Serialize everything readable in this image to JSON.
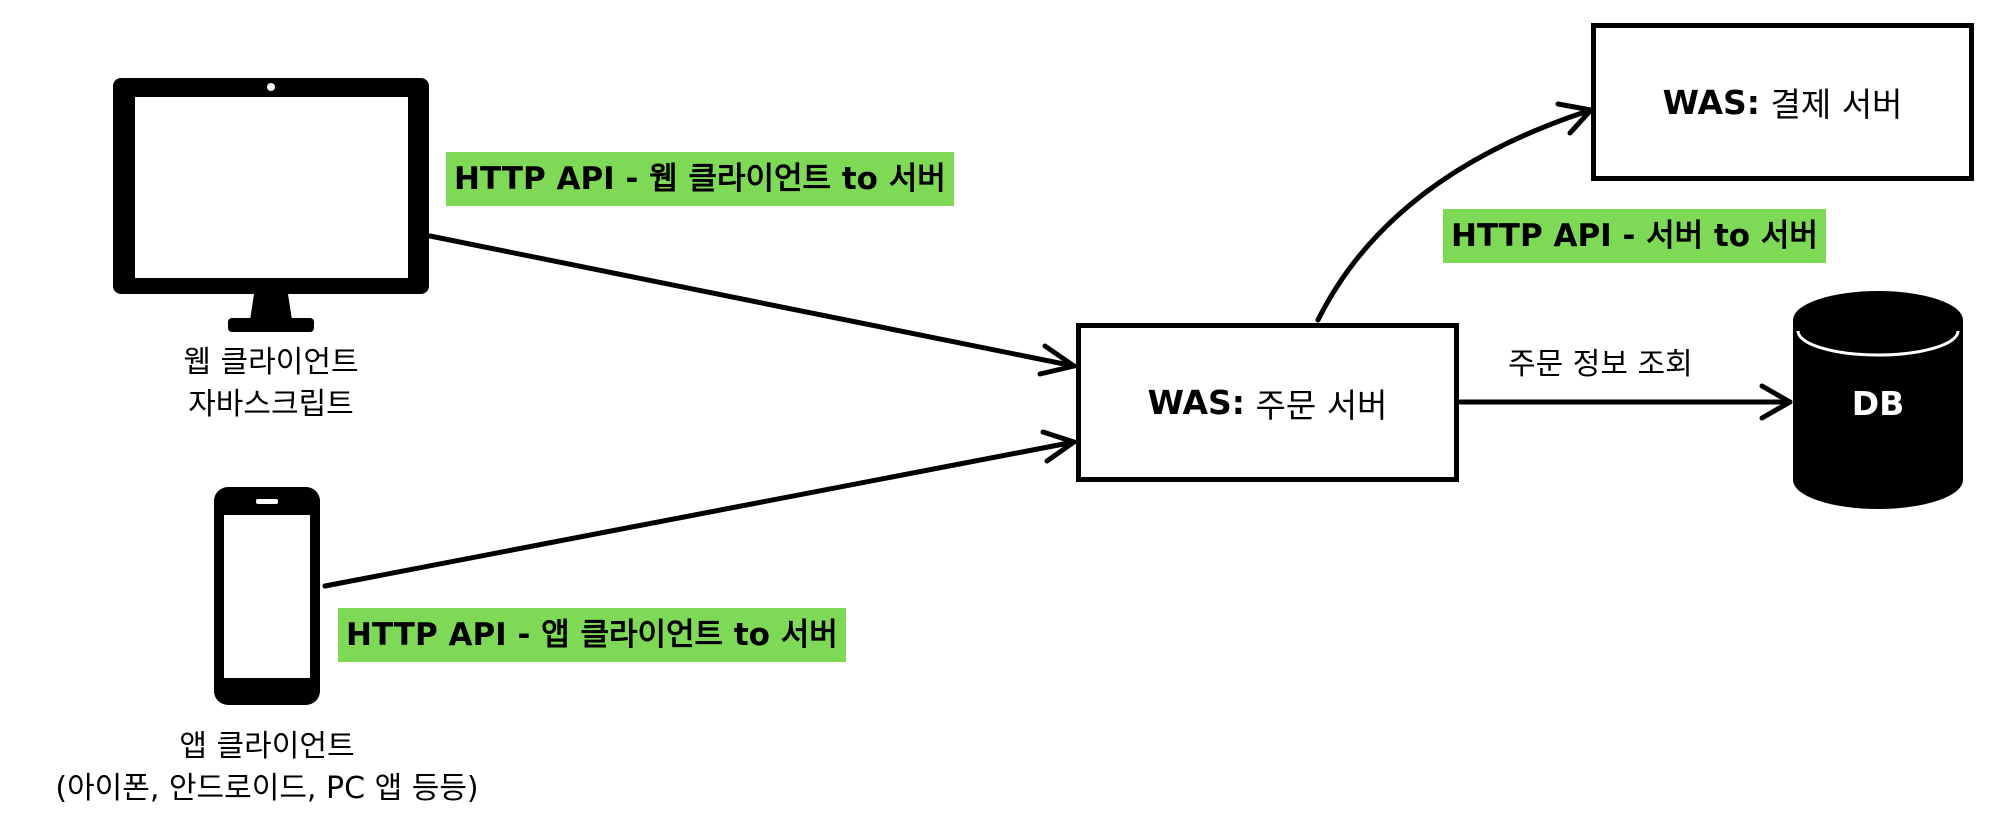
{
  "nodes": {
    "web_client": {
      "line1": "웹 클라이언트",
      "line2": "자바스크립트"
    },
    "app_client": {
      "line1": "앱 클라이언트",
      "line2": "(아이폰, 안드로이드, PC 앱 등등)"
    },
    "order_server": {
      "prefix": "WAS:",
      "name": "주문 서버"
    },
    "payment_server": {
      "prefix": "WAS:",
      "name": "결제 서버"
    },
    "db": {
      "label": "DB"
    }
  },
  "edges": {
    "web_to_server": "HTTP API - 웹 클라이언트 to 서버",
    "app_to_server": "HTTP API - 앱 클라이언트 to 서버",
    "server_to_server": "HTTP API - 서버 to 서버",
    "order_to_db": "주문 정보 조회"
  },
  "colors": {
    "label_bg": "#7ed957",
    "stroke": "#000000"
  }
}
